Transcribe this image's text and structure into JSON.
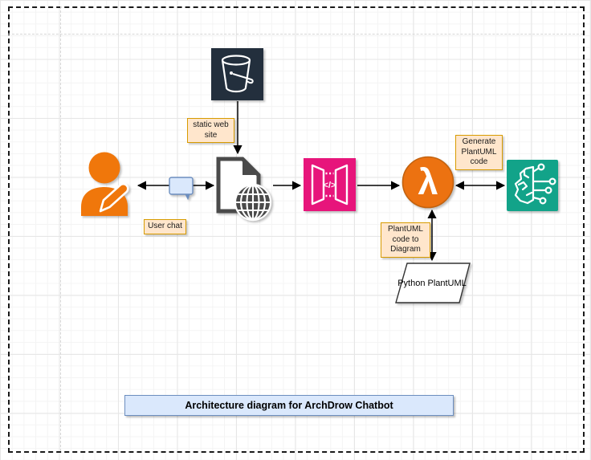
{
  "diagram": {
    "title": "Architecture diagram for ArchDrow Chatbot",
    "notes": {
      "static_web_site": "static web\nsite",
      "user_chat": "User chat",
      "generate_plantuml": "Generate\nPlantUML\ncode",
      "plantuml_code_to_diagram": "PlantUML\ncode to\nDiagram"
    },
    "shapes": {
      "python_plantuml_label": "Python PlantUML",
      "api_gateway_glyph": "</>",
      "lambda_glyph": "λ"
    },
    "icons": {
      "s3_bucket": "s3-bucket-icon",
      "user": "user-pencil-icon",
      "chat": "chat-bubble-icon",
      "web_page": "web-page-globe-icon",
      "api_gateway": "api-gateway-icon",
      "lambda": "aws-lambda-icon",
      "ai": "machine-learning-brain-icon"
    },
    "colors": {
      "s3": "#232F3D",
      "user": "#F0770B",
      "api_gateway": "#E7157B",
      "lambda": "#EC7211",
      "lambda_border": "#C2620F",
      "ai": "#12A389",
      "note_fill": "#FFE6CC",
      "note_border": "#D79B00",
      "blue_fill": "#DAE8FC",
      "blue_border": "#6C8EBF",
      "dark_gray": "#4A4A4A"
    }
  }
}
